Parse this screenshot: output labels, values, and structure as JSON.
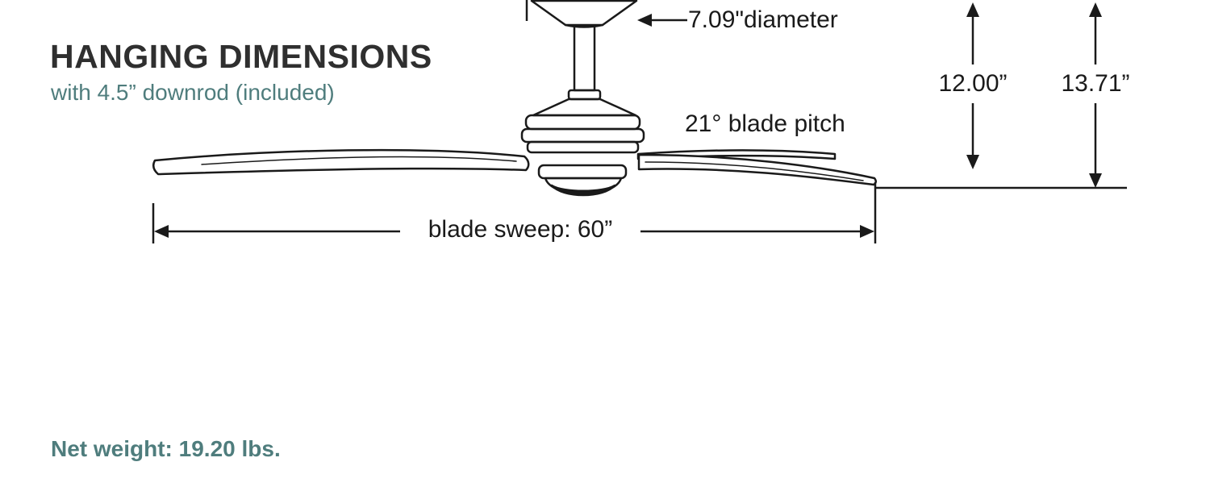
{
  "header": {
    "title": "HANGING DIMENSIONS",
    "subtitle": "with 4.5” downrod (included)"
  },
  "annotations": {
    "diameter": "7.09\"diameter",
    "drop_to_blades": "12.00”",
    "drop_total": "13.71”",
    "blade_pitch": "21° blade pitch",
    "blade_sweep": "blade sweep: 60”"
  },
  "footer": {
    "net_weight": "Net weight: 19.20 lbs."
  },
  "colors": {
    "ink": "#1a1a1a",
    "title_ink": "#2f2f2f",
    "accent_teal": "#4f7d7d",
    "background": "#ffffff"
  }
}
